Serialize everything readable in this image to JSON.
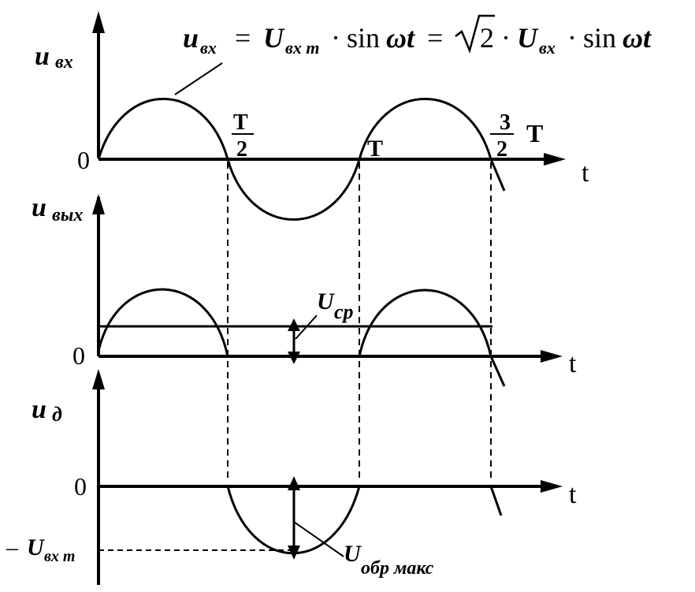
{
  "formula": {
    "lhs_var": "u",
    "lhs_sub": "вх",
    "eq1": "=",
    "amp_var": "U",
    "amp_sub": "вх m",
    "dot1": "·",
    "sin1": "sin",
    "omega_t1": "ωt",
    "eq2": "=",
    "sqrt_arg": "2",
    "dot2": "·",
    "rms_var": "U",
    "rms_sub": "вх",
    "dot3": "·",
    "sin2": "sin",
    "omega_t2": "ωt"
  },
  "top_plot": {
    "y_var": "u",
    "y_sub": "вх",
    "zero_label": "0",
    "axis_label": "t",
    "half_period_num": "T",
    "half_period_den": "2",
    "period_label": "T",
    "three_half_num": "3",
    "three_half_den": "2",
    "three_half_T": "T"
  },
  "middle_plot": {
    "y_var": "u",
    "y_sub": "вых",
    "zero_label": "0",
    "axis_label": "t",
    "avg_var": "U",
    "avg_sub": "ср"
  },
  "bottom_plot": {
    "y_var": "u",
    "y_sub": "д",
    "zero_label": "0",
    "axis_label": "t",
    "neg_amp_prefix": "– ",
    "neg_amp_var": "U",
    "neg_amp_sub": "вх m",
    "rev_var": "U",
    "rev_sub": "обр макс"
  },
  "colors": {
    "ink": "#000000",
    "background": "#ffffff"
  }
}
